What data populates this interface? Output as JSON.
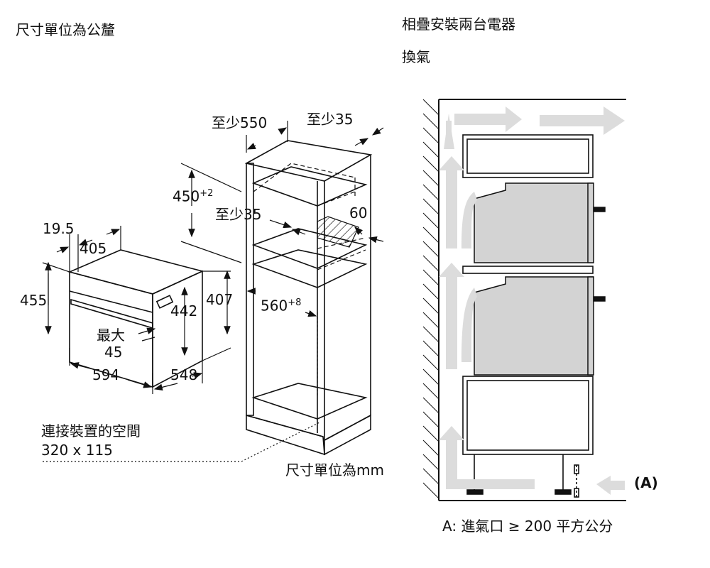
{
  "header": {
    "units_label": "尺寸單位為公釐",
    "stack_title": "相疊安裝兩台電器",
    "ventilation_title": "換氣"
  },
  "oven_dimensions": {
    "depth_offset": "19.5",
    "front_depth": "405",
    "height_total": "455",
    "inner_height": "442",
    "side_height": "407",
    "max_label_line1": "最大",
    "max_label_line2": "45",
    "width": "594",
    "depth": "548"
  },
  "cabinet_dimensions": {
    "min_depth": "至少550",
    "min_gap_top": "至少35",
    "niche_height": "450",
    "niche_height_tol": "+2",
    "min_gap_inner": "至少35",
    "rear_gap": "60",
    "niche_width": "560",
    "niche_width_tol": "+8"
  },
  "connection": {
    "label": "連接裝置的空間",
    "size": "320 x 115"
  },
  "units_bottom": "尺寸單位為mm",
  "legend": {
    "marker": "(A)",
    "text": "A: 進氣口 ≥ 200 平方公分"
  },
  "colors": {
    "line": "#111111",
    "appliance_fill": "#d3d3d3",
    "arrow_fill": "#dcdcdc"
  }
}
